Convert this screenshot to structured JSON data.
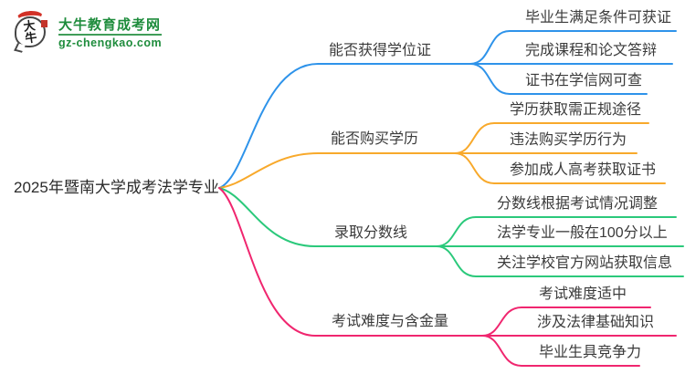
{
  "logo": {
    "title": "大牛教育成考网",
    "domain": "gz-chengkao.com",
    "icon_text": "大牛"
  },
  "root": {
    "label": "2025年暨南大学成考法学专业"
  },
  "colors": {
    "branch1": "#2E93EA",
    "branch2": "#F8A92B",
    "branch3": "#2BC97B",
    "branch4": "#F0266F",
    "logo_green": "#1E8C3C",
    "text": "#3B3B3B"
  },
  "branches": [
    {
      "label": "能否获得学位证",
      "color": "#2E93EA",
      "children": [
        "毕业生满足条件可获证",
        "完成课程和论文答辩",
        "证书在学信网可查"
      ]
    },
    {
      "label": "能否购买学历",
      "color": "#F8A92B",
      "children": [
        "学历获取需正规途径",
        "违法购买学历行为",
        "参加成人高考获取证书"
      ]
    },
    {
      "label": "录取分数线",
      "color": "#2BC97B",
      "children": [
        "分数线根据考试情况调整",
        "法学专业一般在100分以上",
        "关注学校官方网站获取信息"
      ]
    },
    {
      "label": "考试难度与含金量",
      "color": "#F0266F",
      "children": [
        "考试难度适中",
        "涉及法律基础知识",
        "毕业生具竞争力"
      ]
    }
  ]
}
